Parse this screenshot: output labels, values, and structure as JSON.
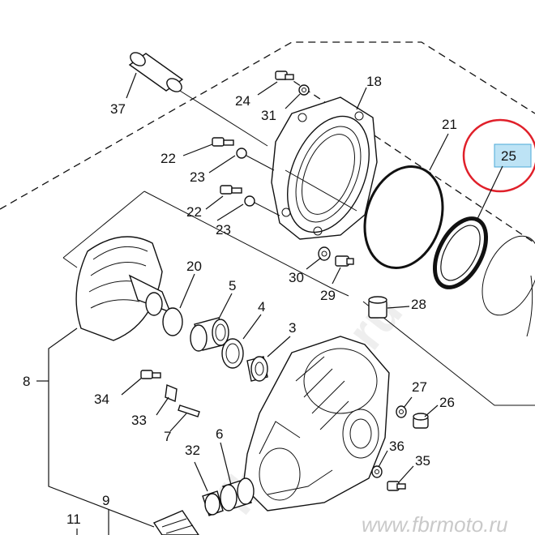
{
  "parts": {
    "p37": "37",
    "p24": "24",
    "p31": "31",
    "p18": "18",
    "p22a": "22",
    "p23a": "23",
    "p22b": "22",
    "p23b": "23",
    "p21": "21",
    "p25": "25",
    "p20": "20",
    "p5": "5",
    "p4": "4",
    "p3": "3",
    "p30": "30",
    "p29": "29",
    "p28": "28",
    "p8": "8",
    "p34": "34",
    "p33": "33",
    "p7": "7",
    "p27": "27",
    "p26": "26",
    "p32": "32",
    "p6": "6",
    "p36": "36",
    "p35": "35",
    "p9": "9",
    "p11": "11"
  },
  "watermark": "www.fbrmoto.ru",
  "watermark_diag": "fbrmoto.ru",
  "colors": {
    "highlight_circle": "#e0202a",
    "highlight_box": "#bde3f5",
    "line": "#111111"
  }
}
